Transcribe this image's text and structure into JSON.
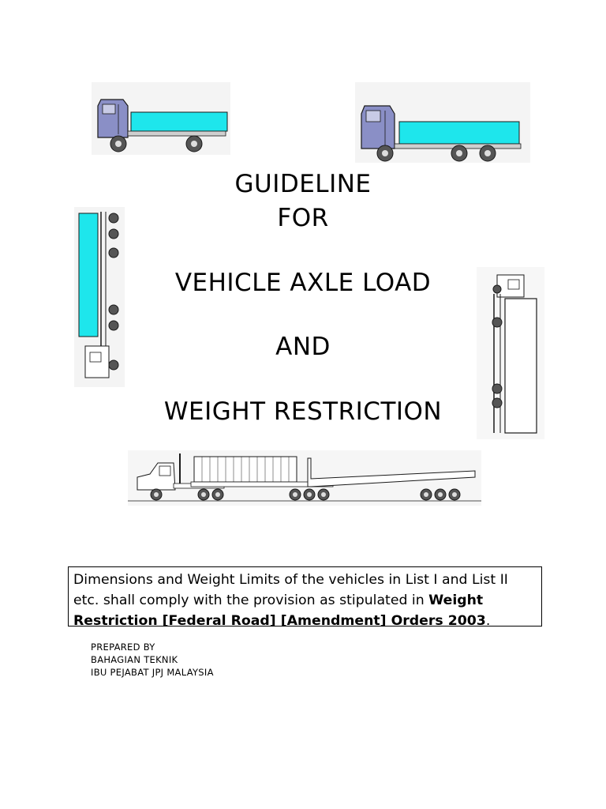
{
  "title": {
    "line1": "GUIDELINE",
    "line2": "FOR",
    "line3": "VEHICLE AXLE LOAD",
    "line4": "AND",
    "line5": "WEIGHT RESTRICTION"
  },
  "notice": {
    "text_part1": "Dimensions and Weight Limits of the vehicles in List I and List II etc. shall comply with the provision as stipulated in ",
    "text_bold": "Weight Restriction [Federal Road] [Amendment] Orders 2003",
    "text_end": "."
  },
  "prepared": {
    "line1": "PREPARED BY",
    "line2": "BAHAGIAN TEKNIK",
    "line3": "IBU PEJABAT JPJ MALAYSIA"
  },
  "colors": {
    "cargo": "#1ee6ec",
    "cab": "#8a8fc6",
    "outline": "#1a1a1a"
  }
}
